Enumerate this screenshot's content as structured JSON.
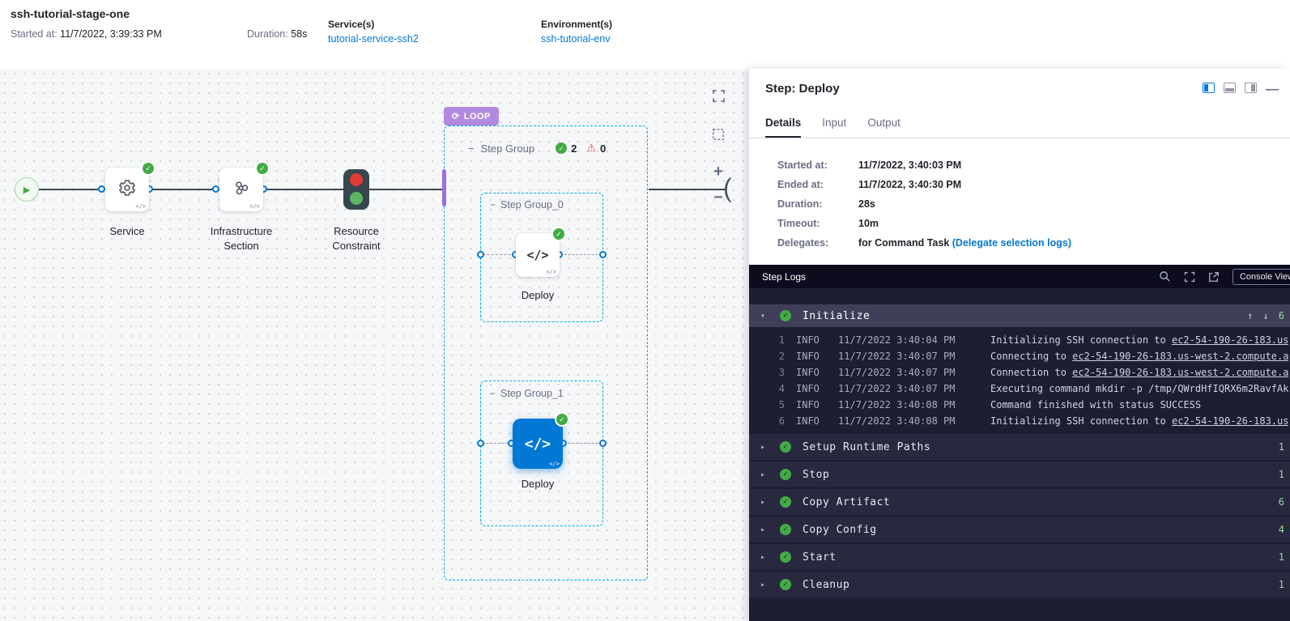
{
  "header": {
    "title": "ssh-tutorial-stage-one",
    "started": {
      "label": "Started at:",
      "value": "11/7/2022, 3:39:33 PM"
    },
    "duration": {
      "label": "Duration:",
      "value": "58s"
    },
    "services": {
      "label": "Service(s)",
      "value": "tutorial-service-ssh2"
    },
    "environments": {
      "label": "Environment(s)",
      "value": "ssh-tutorial-env"
    }
  },
  "canvas": {
    "loop_badge": "LOOP",
    "nodes": {
      "service": {
        "label": "Service"
      },
      "infrastructure": {
        "label": "Infrastructure Section"
      },
      "resource": {
        "label": "Resource Constraint"
      }
    },
    "step_group": {
      "label": "Step Group",
      "success_count": "2",
      "error_count": "0"
    },
    "step_group_0": {
      "label": "Step Group_0",
      "step": "Deploy"
    },
    "step_group_1": {
      "label": "Step Group_1",
      "step": "Deploy"
    }
  },
  "panel": {
    "title": "Step: Deploy",
    "tabs": [
      "Details",
      "Input",
      "Output"
    ],
    "details": [
      {
        "label": "Started at:",
        "value": "11/7/2022, 3:40:03 PM"
      },
      {
        "label": "Ended at:",
        "value": "11/7/2022, 3:40:30 PM"
      },
      {
        "label": "Duration:",
        "value": "28s"
      },
      {
        "label": "Timeout:",
        "value": "10m"
      },
      {
        "label": "Delegates:",
        "value": "for Command Task ",
        "link": "(Delegate selection logs)"
      }
    ]
  },
  "logs": {
    "title": "Step Logs",
    "console_view_label": "Console View",
    "sections": [
      {
        "name": "Initialize",
        "expanded": true,
        "duration": "6",
        "lines": [
          {
            "num": "1",
            "level": "INFO",
            "time": "11/7/2022 3:40:04 PM",
            "msg": "Initializing SSH connection to ",
            "link": "ec2-54-190-26-183.us"
          },
          {
            "num": "2",
            "level": "INFO",
            "time": "11/7/2022 3:40:07 PM",
            "msg": "Connecting to ",
            "link": "ec2-54-190-26-183.us-west-2.compute.a"
          },
          {
            "num": "3",
            "level": "INFO",
            "time": "11/7/2022 3:40:07 PM",
            "msg": "Connection to ",
            "link": "ec2-54-190-26-183.us-west-2.compute.a"
          },
          {
            "num": "4",
            "level": "INFO",
            "time": "11/7/2022 3:40:07 PM",
            "msg": "Executing command mkdir -p /tmp/QWrdHfIQRX6m2RavfAk",
            "link": ""
          },
          {
            "num": "5",
            "level": "INFO",
            "time": "11/7/2022 3:40:08 PM",
            "msg": "Command finished with status SUCCESS",
            "link": ""
          },
          {
            "num": "6",
            "level": "INFO",
            "time": "11/7/2022 3:40:08 PM",
            "msg": "Initializing SSH connection to ",
            "link": "ec2-54-190-26-183.us"
          }
        ]
      },
      {
        "name": "Setup Runtime Paths",
        "expanded": false,
        "duration": "1"
      },
      {
        "name": "Stop",
        "expanded": false,
        "duration": "1"
      },
      {
        "name": "Copy Artifact",
        "expanded": false,
        "duration": "6"
      },
      {
        "name": "Copy Config",
        "expanded": false,
        "duration": "4"
      },
      {
        "name": "Start",
        "expanded": false,
        "duration": "1"
      },
      {
        "name": "Cleanup",
        "expanded": false,
        "duration": "1"
      }
    ]
  },
  "colors": {
    "accent_blue": "#0278d5",
    "success_green": "#42ab45",
    "error_red": "#e8423a",
    "loop_purple": "#b18ae0",
    "dashed_cyan": "#00ade4"
  }
}
